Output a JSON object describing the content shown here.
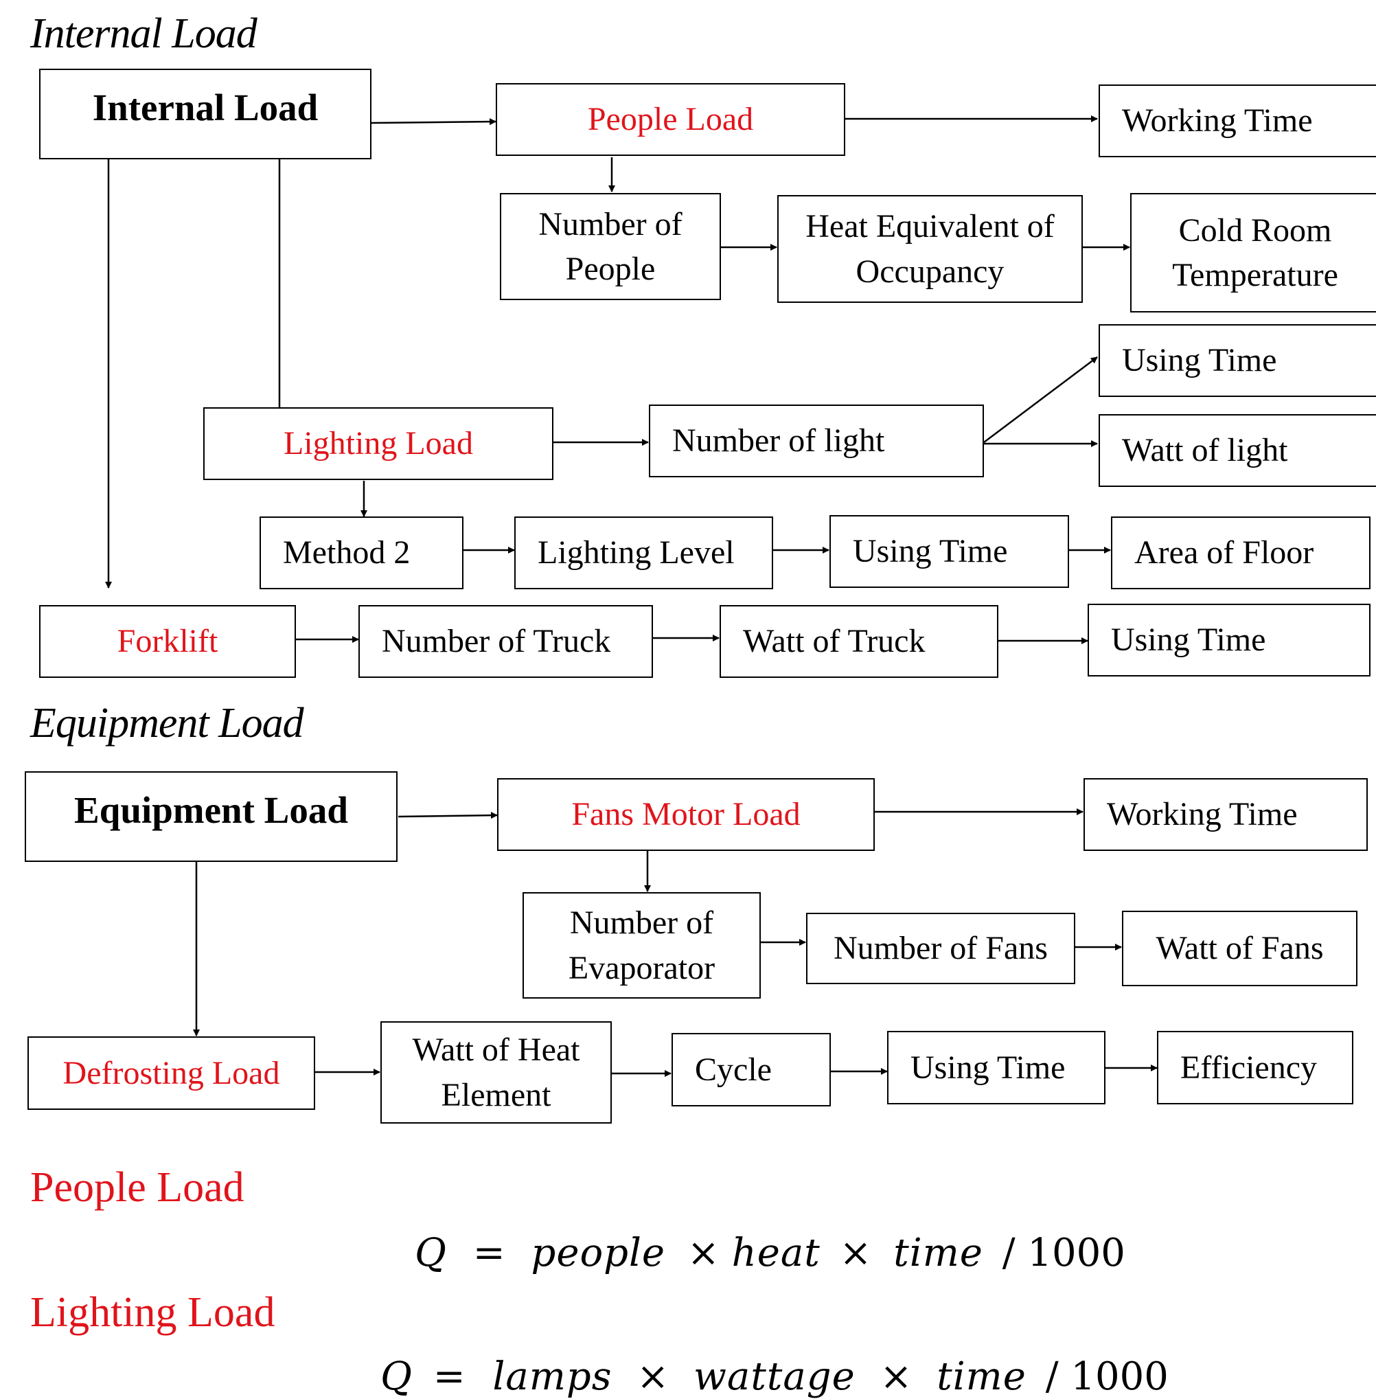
{
  "sections": {
    "internal_heading": "Internal Load",
    "equipment_heading": "Equipment Load"
  },
  "internal": {
    "root": "Internal Load",
    "people_load": "People Load",
    "working_time": "Working Time",
    "number_of_people": "Number of\nPeople",
    "heat_equivalent": "Heat Equivalent of\nOccupancy",
    "cold_room_temp": "Cold Room\nTemperature",
    "lighting_load": "Lighting Load",
    "number_of_light": "Number of light",
    "using_time_light": "Using Time",
    "watt_of_light": "Watt of light",
    "method_2": "Method 2",
    "lighting_level": "Lighting Level",
    "using_time_method": "Using Time",
    "area_of_floor": "Area of Floor",
    "forklift": "Forklift",
    "number_of_truck": "Number of Truck",
    "watt_of_truck": "Watt of Truck",
    "using_time_truck": "Using Time"
  },
  "equipment": {
    "root": "Equipment Load",
    "fans_motor_load": "Fans Motor Load",
    "working_time": "Working Time",
    "number_of_evaporator": "Number of\nEvaporator",
    "number_of_fans": "Number of Fans",
    "watt_of_fans": "Watt of Fans",
    "defrosting_load": "Defrosting Load",
    "watt_of_heat_element": "Watt of Heat\nElement",
    "cycle": "Cycle",
    "using_time": "Using Time",
    "efficiency": "Efficiency"
  },
  "formulas": {
    "people_title": "People Load",
    "people_q": "Q",
    "people_eq": "=",
    "people_v1": "people",
    "people_x1": "×",
    "people_v2": "heat",
    "people_x2": "×",
    "people_v3": "time",
    "people_tail": "/ 1000",
    "lighting_title": "Lighting Load",
    "lighting_q": "Q",
    "lighting_eq": "=",
    "lighting_v1": "lamps",
    "lighting_x1": "×",
    "lighting_v2": "wattage",
    "lighting_x2": "×",
    "lighting_v3": "time",
    "lighting_tail": "/ 1000"
  },
  "colors": {
    "red_label": "#e0141b",
    "black": "#000000"
  }
}
